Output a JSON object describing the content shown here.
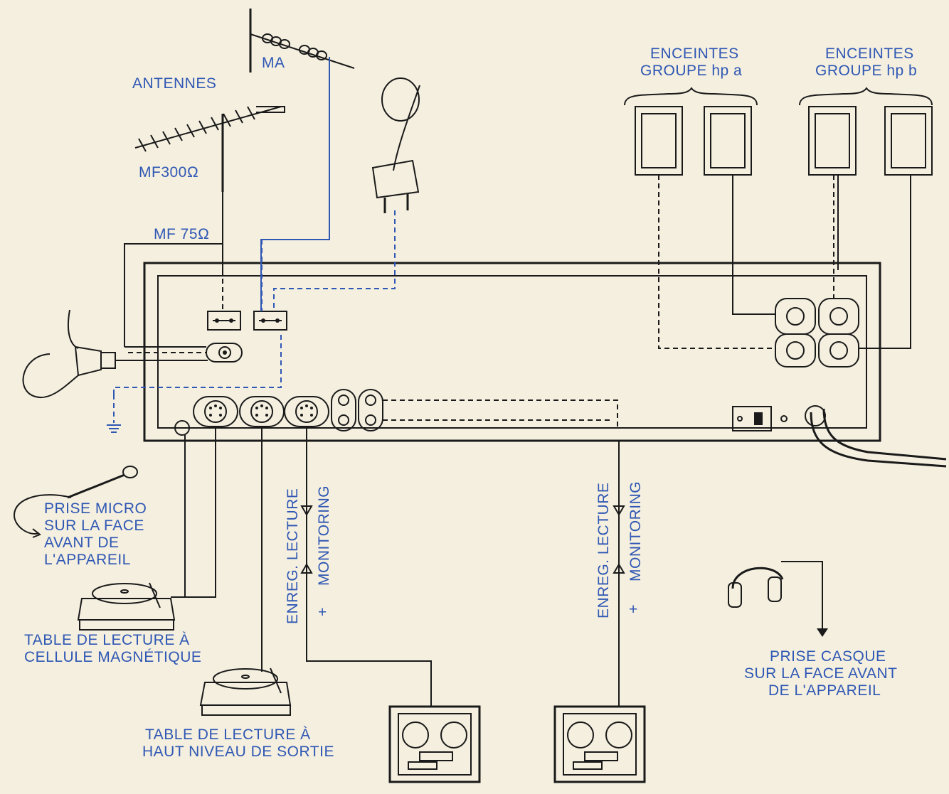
{
  "labels": {
    "antennes": "ANTENNES",
    "ma": "MA",
    "mf300": "MF300Ω",
    "mf75": "MF 75Ω",
    "enceintes_a_1": "ENCEINTES",
    "enceintes_a_2": "GROUPE  hp a",
    "enceintes_b_1": "ENCEINTES",
    "enceintes_b_2": "GROUPE  hp b",
    "micro_1": "PRISE MICRO",
    "micro_2": "SUR LA FACE",
    "micro_3": "AVANT DE",
    "micro_4": "L'APPAREIL",
    "turntable_mag_1": "TABLE DE LECTURE  À",
    "turntable_mag_2": "CELLULE  MAGNÉTIQUE",
    "turntable_high_1": "TABLE DE LECTURE À",
    "turntable_high_2": "HAUT NIVEAU  DE SORTIE",
    "tape1_enreg": "ENREG. LECTURE",
    "tape1_monitoring": "MONITORING",
    "tape1_plus": "+",
    "tape2_enreg": "ENREG. LECTURE",
    "tape2_monitoring": "MONITORING",
    "tape2_plus": "+",
    "casque_1": "PRISE CASQUE",
    "casque_2": "SUR  LA  FACE AVANT",
    "casque_3": "DE  L'APPAREIL"
  },
  "colors": {
    "label": "#2f57b4",
    "ink": "#1a1a1a",
    "paper": "#f4efdf"
  }
}
